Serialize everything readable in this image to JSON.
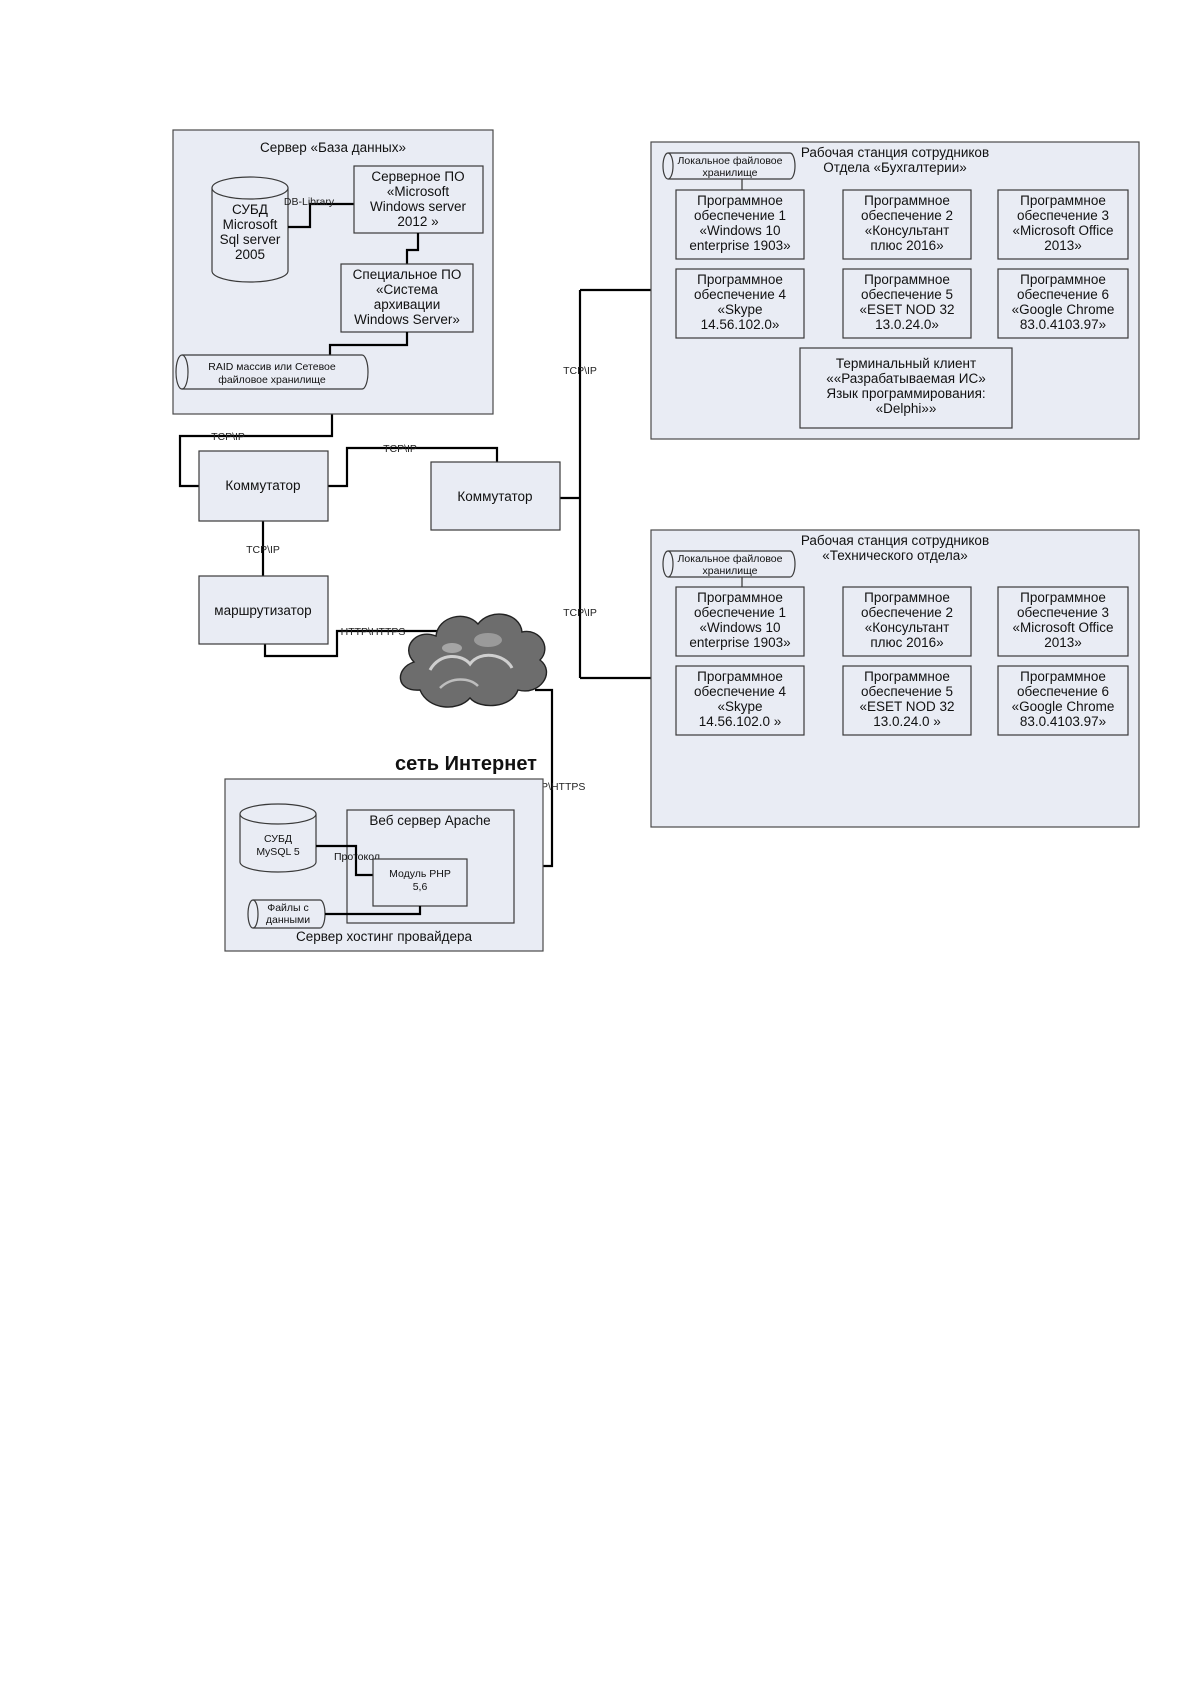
{
  "db_server": {
    "title": "Сервер «База данных»",
    "dbms": [
      "СУБД",
      "Microsoft",
      "Sql server",
      "2005"
    ],
    "dblib_label": "DB-Library",
    "server_sw": [
      "Серверное ПО",
      "«Microsoft",
      "Windows server",
      "2012 »"
    ],
    "special_sw": [
      "Специальное ПО",
      "«Система",
      "архивации",
      "Windows Server»"
    ],
    "raid": [
      "RAID массив или Сетевое",
      "файловое хранилище"
    ]
  },
  "net": {
    "tcpip": "TCP\\IP",
    "switch1": "Коммутатор",
    "switch2": "Коммутатор",
    "router": "маршрутизатор",
    "http": "HTTP\\HTTPS",
    "internet": "сеть Интернет"
  },
  "hosting": {
    "title": "Сервер хостинг провайдера",
    "dbms": [
      "СУБД",
      "MySQL 5"
    ],
    "web": "Веб сервер Apache",
    "protocol": "Протокол",
    "php": [
      "Модуль PHP",
      "5,6"
    ],
    "files": [
      "Файлы с",
      "данными"
    ]
  },
  "ws1": {
    "title": [
      "Рабочая станция сотрудников",
      "Отдела «Бухгалтерии»"
    ],
    "storage": [
      "Локальное файловое",
      "хранилище"
    ],
    "software": [
      [
        "Программное",
        "обеспечение 1",
        "«Windows 10",
        "enterprise 1903»"
      ],
      [
        "Программное",
        "обеспечение 2",
        "«Консультант",
        "плюс 2016»"
      ],
      [
        "Программное",
        "обеспечение 3",
        "«Microsoft Office",
        "2013»"
      ],
      [
        "Программное",
        "обеспечение 4",
        "«Skype",
        "14.56.102.0»"
      ],
      [
        "Программное",
        "обеспечение 5",
        "«ESET NOD 32",
        "13.0.24.0»"
      ],
      [
        "Программное",
        "обеспечение 6",
        "«Google Chrome",
        "83.0.4103.97»"
      ]
    ],
    "terminal": [
      "Терминальный клиент",
      "««Разрабатываемая ИС»",
      "Язык программирования:",
      "«Delphi»»"
    ]
  },
  "ws2": {
    "title": [
      "Рабочая станция сотрудников",
      "«Технического отдела»"
    ],
    "storage": [
      "Локальное файловое",
      "хранилище"
    ],
    "software": [
      [
        "Программное",
        "обеспечение 1",
        "«Windows 10",
        "enterprise 1903»"
      ],
      [
        "Программное",
        "обеспечение 2",
        "«Консультант",
        "плюс 2016»"
      ],
      [
        "Программное",
        "обеспечение 3",
        "«Microsoft Office",
        "2013»"
      ],
      [
        "Программное",
        "обеспечение 4",
        "«Skype",
        "14.56.102.0 »"
      ],
      [
        "Программное",
        "обеспечение 5",
        "«ESET NOD 32",
        "13.0.24.0 »"
      ],
      [
        "Программное",
        "обеспечение 6",
        "«Google Chrome",
        "83.0.4103.97»"
      ]
    ]
  }
}
